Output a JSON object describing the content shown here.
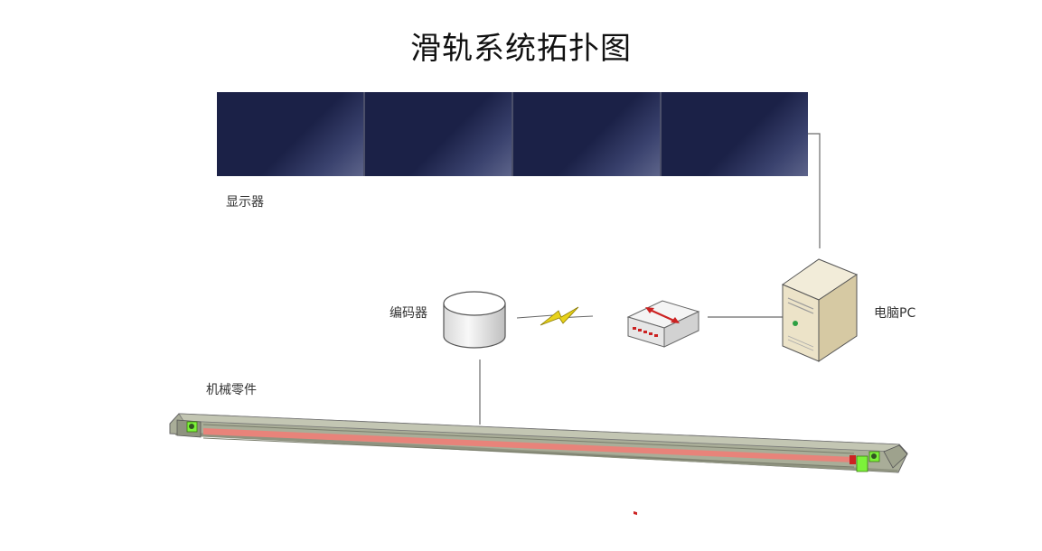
{
  "title": "滑轨系统拓扑图",
  "nodes": {
    "display": {
      "label": "显示器",
      "panels": 4
    },
    "encoder": {
      "label": "编码器"
    },
    "pc": {
      "label": "电脑PC"
    },
    "machine": {
      "label": "机械零件"
    }
  },
  "colors": {
    "panel": "#1b2147",
    "rail_body": "#a9ad98",
    "rail_stripe": "#e8837a",
    "connector": "#6a6a6a",
    "lightning": "#e8d21a",
    "switch_arrow": "#cc2222",
    "marker_green": "#7cf23a"
  }
}
